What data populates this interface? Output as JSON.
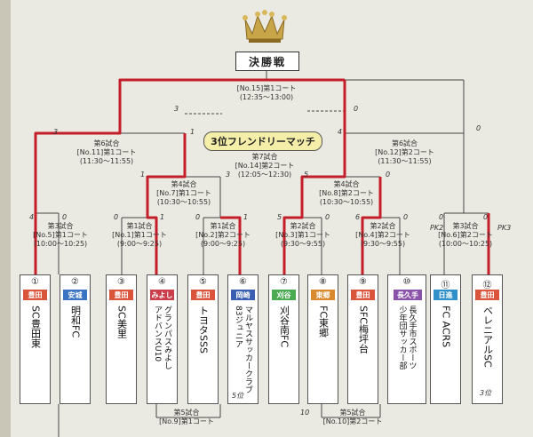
{
  "final_label": "決勝戦",
  "third_place_label": "3位フレンドリーマッチ",
  "matches": {
    "m15": {
      "line1": "[No.15]第1コート",
      "line2": "(12:35〜13:00)"
    },
    "m6_left": {
      "title": "第6試合",
      "line1": "[No.11]第1コート",
      "line2": "(11:30〜11:55)"
    },
    "m6_right": {
      "title": "第6試合",
      "line1": "[No.12]第2コート",
      "line2": "(11:30〜11:55)"
    },
    "m7": {
      "title": "第7試合",
      "line1": "[No.14]第2コート",
      "line2": "(12:05〜12:30)"
    },
    "m4_left": {
      "title": "第4試合",
      "line1": "[No.7]第1コート",
      "line2": "(10:30〜10:55)"
    },
    "m4_right": {
      "title": "第4試合",
      "line1": "[No.8]第2コート",
      "line2": "(10:30〜10:55)"
    },
    "m3_left": {
      "title": "第3試合",
      "line1": "[No.5]第1コート",
      "line2": "(10:00〜10:25)"
    },
    "m1_left": {
      "title": "第1試合",
      "line1": "[No.1]第1コート",
      "line2": "(9:00〜9:25)"
    },
    "m1_center": {
      "title": "第1試合",
      "line1": "[No.2]第2コート",
      "line2": "(9:00〜9:25)"
    },
    "m2_center": {
      "title": "第2試合",
      "line1": "[No.3]第1コート",
      "line2": "(9:30〜9:55)"
    },
    "m2_right": {
      "title": "第2試合",
      "line1": "[No.4]第2コート",
      "line2": "(9:30〜9:55)"
    },
    "m3_right": {
      "title": "第3試合",
      "line1": "[No.6]第2コート",
      "line2": "(10:00〜10:25)"
    },
    "m5_left": {
      "title": "第5試合",
      "line1": "[No.9]第1コート",
      "line2": ""
    },
    "m5_right": {
      "title": "第5試合",
      "line1": "[No.10]第2コート",
      "line2": ""
    }
  },
  "teams": [
    {
      "num": "①",
      "pref": "豊田",
      "color": "#d9543a",
      "name": [
        "SC豊田東"
      ]
    },
    {
      "num": "②",
      "pref": "安城",
      "color": "#3a72c4",
      "name": [
        "明和FC"
      ]
    },
    {
      "num": "③",
      "pref": "豊田",
      "color": "#d9543a",
      "name": [
        "SC美里"
      ]
    },
    {
      "num": "④",
      "pref": "みよし",
      "color": "#c93e4a",
      "name": [
        "グランパスみよし",
        "アドバンスU10"
      ]
    },
    {
      "num": "⑤",
      "pref": "豊田",
      "color": "#d9543a",
      "name": [
        "トヨタSSS"
      ]
    },
    {
      "num": "⑥",
      "pref": "岡崎",
      "color": "#3a5fb0",
      "name": [
        "マルヤスサッカークラブ",
        "83ジュニア"
      ]
    },
    {
      "num": "⑦",
      "pref": "刈谷",
      "color": "#4caa52",
      "name": [
        "刈谷南FC"
      ]
    },
    {
      "num": "⑧",
      "pref": "東郷",
      "color": "#d98a2e",
      "name": [
        "FC東郷"
      ]
    },
    {
      "num": "⑨",
      "pref": "豊田",
      "color": "#d9543a",
      "name": [
        "SFC梅坪台"
      ]
    },
    {
      "num": "⑩",
      "pref": "長久手",
      "color": "#8a52a8",
      "name": [
        "長久手市スポーツ",
        "少年団サッカー部"
      ]
    },
    {
      "num": "⑪",
      "pref": "日進",
      "color": "#2f8fc8",
      "name": [
        "FC ACRS"
      ]
    },
    {
      "num": "⑫",
      "pref": "豊田",
      "color": "#d9543a",
      "name": [
        "ベレニアルSC"
      ]
    }
  ],
  "handwritten": {
    "s_final_left": "3",
    "s_final_right": "0",
    "s_m6l_left": "3",
    "s_m6l_right": "1",
    "s_m6r_left": "4",
    "s_m6r_right": "0",
    "s_m4l_left": "1",
    "s_m4l_right": "3",
    "s_m4r_left": "5",
    "s_m4r_right": "0",
    "s_m3l_left": "4",
    "s_m3l_right": "0",
    "s_m1l_left": "0",
    "s_m1l_right": "1",
    "s_m1c_left": "0",
    "s_m1c_right": "1",
    "s_m2c_left": "5",
    "s_m2c_right": "0",
    "s_m2r_left": "6",
    "s_m2r_right": "0",
    "s_m3r_left": "PK2",
    "s_m3r_right": "PK3",
    "s_m3r_top_l": "0",
    "s_m3r_top_r": "0",
    "team6_note": "5位",
    "team12_note": "3位",
    "bottom_num": "10"
  },
  "colors": {
    "win_line": "#c41e2a",
    "bracket_line": "#444444",
    "board": "#ebeae2",
    "third_box": "#f4eea9"
  }
}
